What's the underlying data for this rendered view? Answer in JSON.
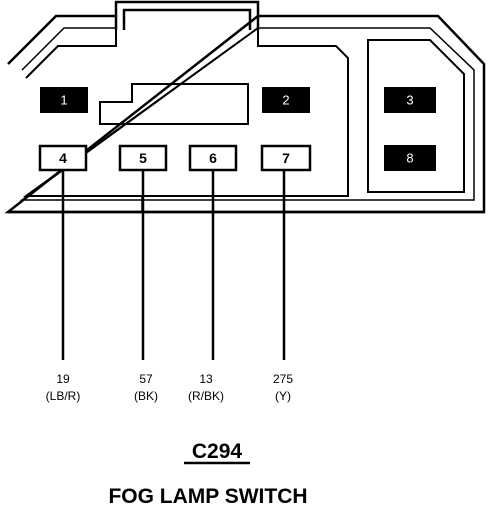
{
  "connector": {
    "id": "C294",
    "component": "FOG LAMP SWITCH"
  },
  "pins": {
    "p1": "1",
    "p2": "2",
    "p3": "3",
    "p4": "4",
    "p5": "5",
    "p6": "6",
    "p7": "7",
    "p8": "8"
  },
  "wires": {
    "w4": {
      "circuit": "19",
      "color": "(LB/R)"
    },
    "w5": {
      "circuit": "57",
      "color": "(BK)"
    },
    "w6": {
      "circuit": "13",
      "color": "(R/BK)"
    },
    "w7": {
      "circuit": "275",
      "color": "(Y)"
    }
  }
}
